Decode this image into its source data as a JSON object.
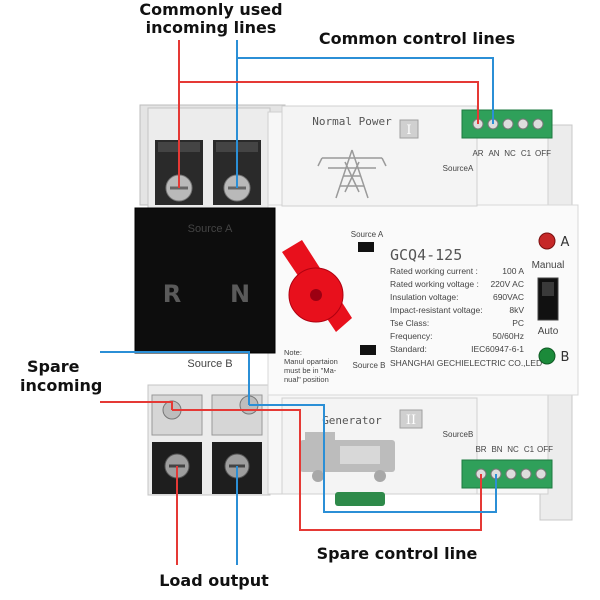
{
  "callouts": {
    "common_incoming": [
      "Commonly used",
      "incoming lines"
    ],
    "common_control": "Common control lines",
    "spare_incoming": [
      "Spare",
      "incoming"
    ],
    "spare_control": "Spare control line",
    "load_output": "Load output"
  },
  "device": {
    "normal_power": "Normal Power",
    "roman_1": "I",
    "roman_2": "II",
    "terminal_top_labels": [
      "AR",
      "AN",
      "NC",
      "C1",
      "OFF"
    ],
    "terminal_bottom_labels": [
      "BR",
      "BN",
      "NC",
      "C1",
      "OFF"
    ],
    "source_a_tag": "SourceA",
    "source_b_tag": "SourceB",
    "block_source_a": "Source A",
    "block_source_b": "Source B",
    "window_source_a": "Source A",
    "window_source_b": "Source B",
    "letter_r": "R",
    "letter_n": "N",
    "model": "GCQ4-125",
    "specs": [
      {
        "label": "Rated working current :",
        "value": "100   A"
      },
      {
        "label": "Rated working voltage :",
        "value": "220V AC"
      },
      {
        "label": "Insulation voltage:",
        "value": "690VAC"
      },
      {
        "label": "Impact-resistant voltage:",
        "value": "8kV"
      },
      {
        "label": "Tse Class:",
        "value": "PC"
      },
      {
        "label": "Frequency:",
        "value": "50/60Hz"
      },
      {
        "label": "Standard:",
        "value": "IEC60947-6-1"
      }
    ],
    "manufacturer": "SHANGHAI GECHIELECTRIC CO.,LED",
    "note_lines": [
      "Note:",
      "Manul opartaion",
      "must be in \"Ma-",
      "nual\" position"
    ],
    "manual": "Manual",
    "auto": "Auto",
    "indicator_a": "A",
    "indicator_b": "B",
    "generator": "Generator"
  },
  "colors": {
    "red_wire": "#e53935",
    "blue_wire": "#2b8fd6",
    "terminal_green": "#2fa05a",
    "handle_red": "#e8101c",
    "indicator_red": "#c62828",
    "indicator_green": "#1b8a3a"
  }
}
